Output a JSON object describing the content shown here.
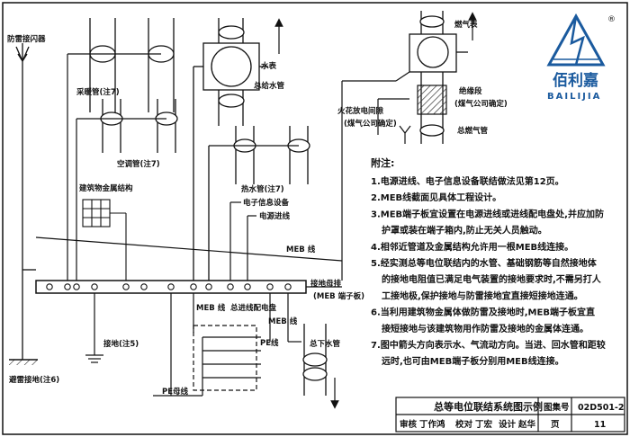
{
  "logo": {
    "name_cn": "佰利嘉",
    "name_en": "BAILIJIA",
    "registered_mark": "®"
  },
  "labels": {
    "lightning_rod": "防雷接闪器",
    "heating_pipe": "采暖管(注7)",
    "ac_pipe": "空调管(注7)",
    "water_meter": "水表",
    "main_water_pipe": "总给水管",
    "hot_water_pipe": "热水管(注7)",
    "gas_meter": "燃气表",
    "insulated_section": "绝缘段",
    "insulated_section_note": "(煤气公司确定)",
    "spark_gap": "火花放电间隙",
    "spark_gap_note": "(煤气公司确定)",
    "main_gas_pipe": "总燃气管",
    "building_metal": "建筑物金属结构",
    "electronic_equipment": "电子信息设备",
    "power_line": "电源进线",
    "meb_line": "MEB 线",
    "meb_line_2": "MEB 线",
    "meb_line_3": "MEB 线",
    "grounding_busbar": "接地母排",
    "meb_terminal": "(MEB 端子板)",
    "main_distribution_board": "总进线配电盘",
    "pe_line": "PE线",
    "grounding_note5": "接地(注5)",
    "main_drain_pipe": "总下水管",
    "pe_busbar": "PE母线",
    "foundation_grounding": "避雷接地(注6)"
  },
  "notes": {
    "title": "附注:",
    "items": [
      "1.电源进线、电子信息设备联结做法见第12页。",
      "2.MEB线截面见具体工程设计。",
      "3.MEB端子板宜设置在电源进线或进线配电盘处,并应加防",
      "护罩或装在端子箱内,防止无关人员触动。",
      "4.相邻近管道及金属结构允许用一根MEB线连接。",
      "5.经实测总等电位联结内的水管、基础钢筋等自然接地体",
      "的接地电阻值已满足电气装置的接地要求时,不需另打人",
      "工接地极,保护接地与防雷接地宜直接短接地连通。",
      "6.当利用建筑物金属体做防雷及接地时,MEB端子板宜直",
      "接短接地与该建筑物用作防雷及接地的金属体连通。",
      "7.图中箭头方向表示水、气流动方向。当进、回水管和距较",
      "远时,也可由MEB端子板分别用MEB线连接。"
    ]
  },
  "title_block": {
    "title": "总等电位联结系统图示例",
    "atlas_no_label": "图集号",
    "atlas_no": "02D501-2",
    "review_label": "审核",
    "review_sign": "丁作鸿",
    "check_label": "校对",
    "check_sign": "丁宏",
    "design_label": "设计",
    "design_sign": "赵华",
    "page_label": "页",
    "page_no": "11"
  },
  "colors": {
    "line": "#111111",
    "logo_blue": "#1a5a9e",
    "hatch": "#333333"
  }
}
